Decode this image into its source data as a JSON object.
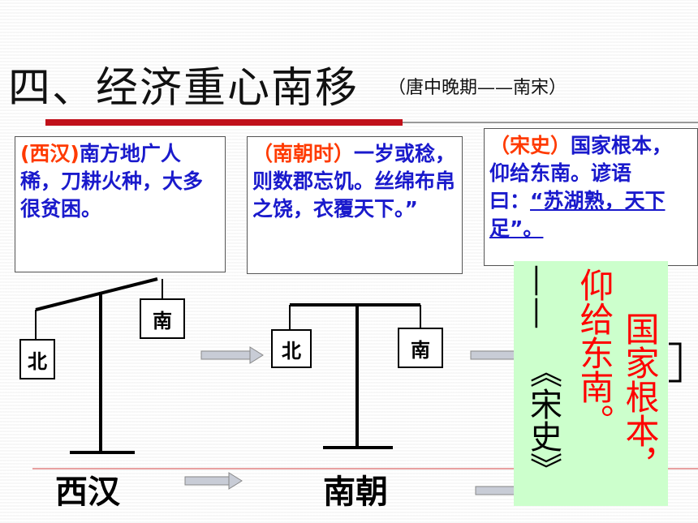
{
  "title": "四、经济重心南移",
  "subtitle": "（唐中晚期——南宋）",
  "boxes": {
    "western_han": {
      "source": "(西汉)",
      "text": "南方地广人稀，刀耕火种，大多很贫困。"
    },
    "southern_dynasties": {
      "source": "（南朝时）",
      "text": "一岁或稔，则数郡忘饥。丝绵布帛之饶，衣覆天下。”"
    },
    "song_history": {
      "source": "（宋史）",
      "text_a": "国家根本，仰给东南。谚语曰：",
      "text_b": "“苏湖熟，天下足”。"
    }
  },
  "balance": {
    "north_label": "北",
    "south_label": "南"
  },
  "eras": [
    "西汉",
    "南朝"
  ],
  "quote": {
    "line1": "国家根本，",
    "line2": "仰给东南。",
    "dash": "——",
    "source": "《宋史》"
  },
  "colors": {
    "accent_red": "#c0101a",
    "text_blue": "#1a1acc",
    "source_orange": "#ff3a00",
    "panel_green": "#ccffcc",
    "quote_red": "#ff0000"
  }
}
